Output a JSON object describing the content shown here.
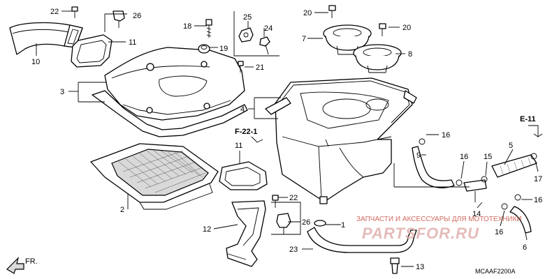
{
  "diagram": {
    "callouts": {
      "p1": "1",
      "p2": "2",
      "p3": "3",
      "p4": "4",
      "p5": "5",
      "p6": "6",
      "p7": "7",
      "p8": "8",
      "p9": "9",
      "p10": "10",
      "p11a": "11",
      "p11b": "11",
      "p12": "12",
      "p13": "13",
      "p14": "14",
      "p15": "15",
      "p16a": "16",
      "p16b": "16",
      "p16c": "16",
      "p16d": "16",
      "p17": "17",
      "p18": "18",
      "p19": "19",
      "p20a": "20",
      "p20b": "20",
      "p21": "21",
      "p22a": "22",
      "p22b": "22",
      "p23": "23",
      "p24": "24",
      "p25": "25",
      "p26a": "26",
      "p26b": "26"
    },
    "refs": {
      "f22": "F-22-1",
      "e11": "E-11"
    },
    "front_label": "FR.",
    "code": "MCAAF2200A",
    "watermark_line": "ЗАПЧАСТИ И АКСЕССУАРЫ ДЛЯ МОТОТЕХНИКИ",
    "watermark_logo": "PARTSFOR.RU"
  }
}
